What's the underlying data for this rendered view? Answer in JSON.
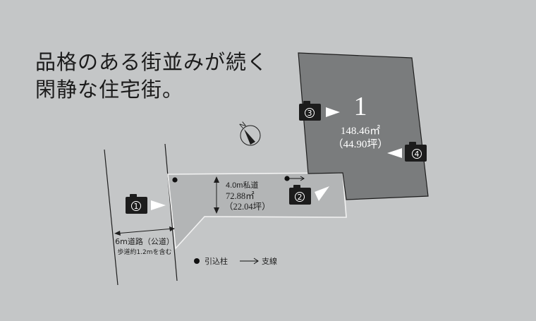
{
  "headline": {
    "line1": "品格のある街並みが続く",
    "line2": "閑静な住宅街。"
  },
  "lot": {
    "number": "1",
    "area_sqm": "148.46㎡",
    "area_tsubo": "（44.90坪）"
  },
  "private_road": {
    "width_label": "4.0m私道",
    "area_sqm": "72.88㎡",
    "area_tsubo": "（22.04坪）"
  },
  "public_road": {
    "label": "6m道路（公道）",
    "note": "歩道約1.2mを含む"
  },
  "legend": {
    "pole_label": "引込柱",
    "branch_label": "支線"
  },
  "compass": {
    "label": "N"
  },
  "photo_points": [
    {
      "num": "1"
    },
    {
      "num": "2"
    },
    {
      "num": "3"
    },
    {
      "num": "4"
    }
  ],
  "colors": {
    "background": "#c4c6c7",
    "lot": "#7a7c7d",
    "private_road": "#b3b5b6",
    "camera": "#1c1c1c"
  }
}
